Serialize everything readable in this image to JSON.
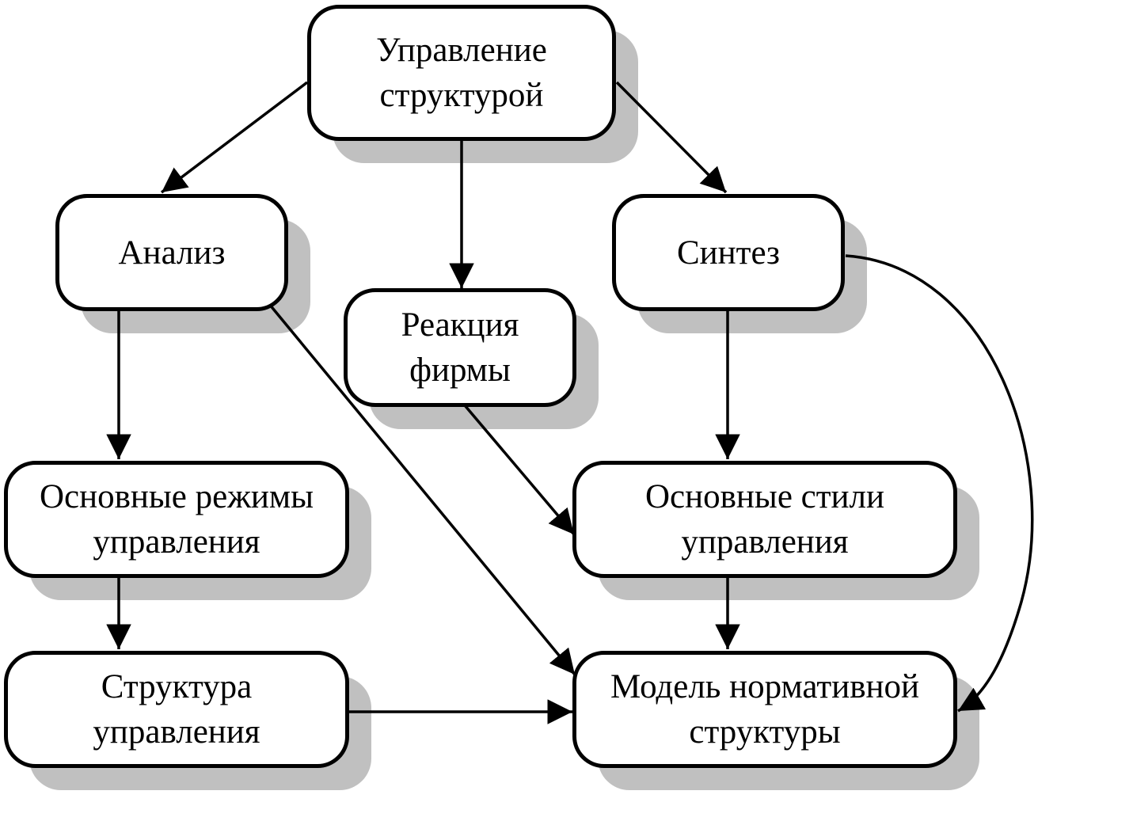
{
  "colors": {
    "background": "#ffffff",
    "border": "#000000",
    "shadow": "#c0c0c0",
    "text": "#000000"
  },
  "nodes": {
    "management": {
      "lines": [
        "Управление",
        "структурой"
      ]
    },
    "analysis": {
      "lines": [
        "Анализ"
      ]
    },
    "synthesis": {
      "lines": [
        "Синтез"
      ]
    },
    "reaction": {
      "lines": [
        "Реакция",
        "фирмы"
      ]
    },
    "modes": {
      "lines": [
        "Основные режимы",
        "управления"
      ]
    },
    "styles": {
      "lines": [
        "Основные стили",
        "управления"
      ]
    },
    "structure": {
      "lines": [
        "Структура",
        "управления"
      ]
    },
    "model": {
      "lines": [
        "Модель нормативной",
        "структуры"
      ]
    }
  },
  "edges": [
    {
      "from": "management",
      "to": "analysis"
    },
    {
      "from": "management",
      "to": "reaction"
    },
    {
      "from": "management",
      "to": "synthesis"
    },
    {
      "from": "analysis",
      "to": "modes"
    },
    {
      "from": "analysis",
      "to": "model"
    },
    {
      "from": "reaction",
      "to": "styles"
    },
    {
      "from": "synthesis",
      "to": "styles"
    },
    {
      "from": "synthesis",
      "to": "model"
    },
    {
      "from": "modes",
      "to": "structure"
    },
    {
      "from": "styles",
      "to": "model"
    },
    {
      "from": "structure",
      "to": "model"
    }
  ]
}
